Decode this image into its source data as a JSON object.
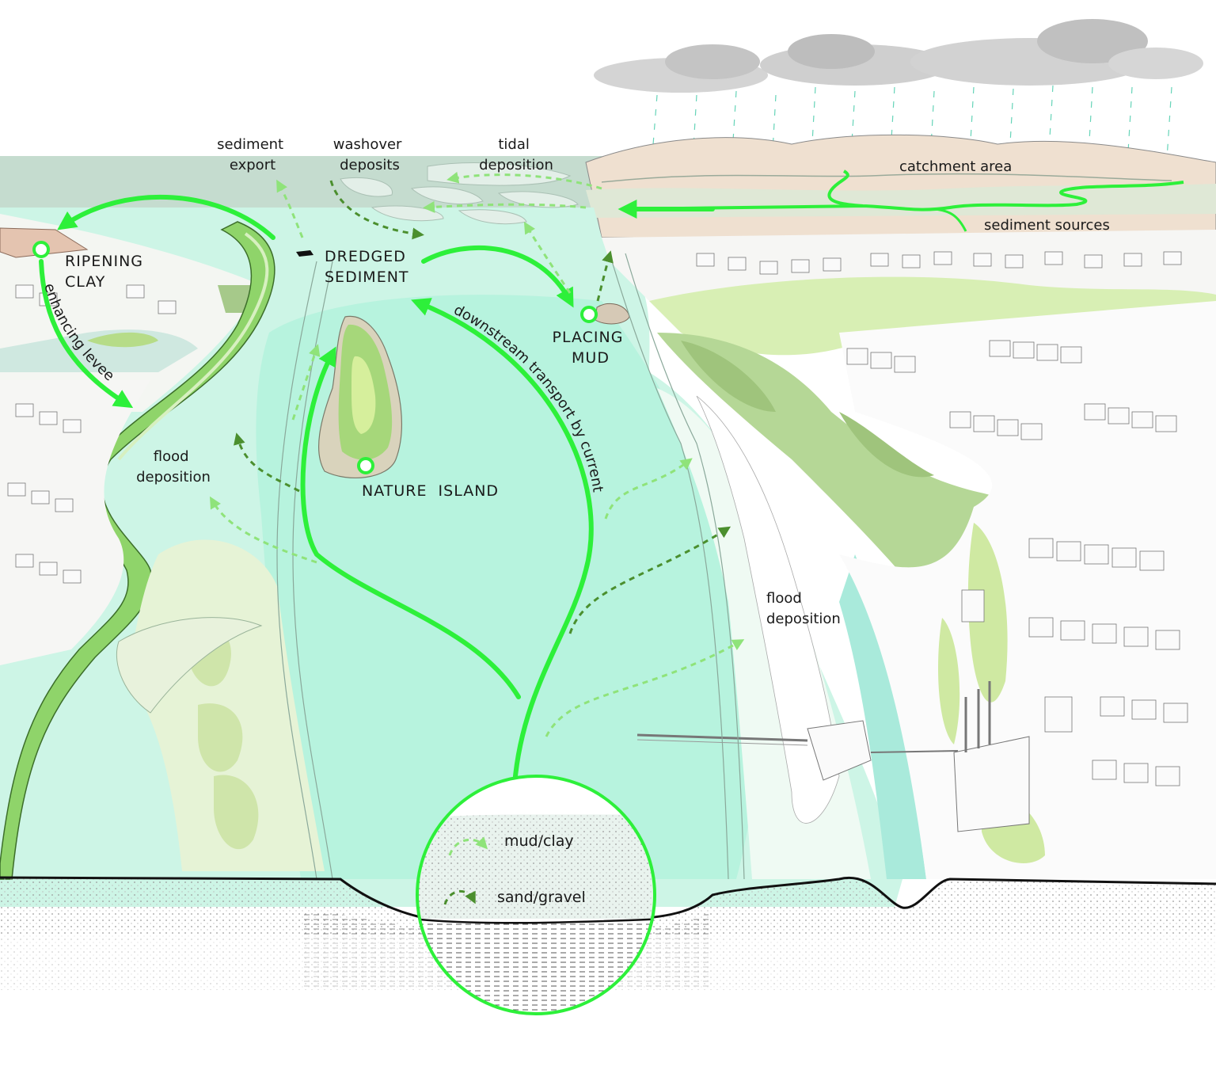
{
  "colors": {
    "water": "#c9f5e6",
    "water_deep": "#a8f0dc",
    "arrow": "#2df03a",
    "vegetation_light": "#d9efb8",
    "vegetation_mid": "#b9dc8f",
    "vegetation_dark": "#a6c98a",
    "catchment": "#e8d8c8",
    "cloud": "#c7c7c7"
  },
  "labels": {
    "sediment_export": [
      "sediment",
      "export"
    ],
    "washover_deposits": [
      "washover",
      "deposits"
    ],
    "tidal_deposition": [
      "tidal",
      "deposition"
    ],
    "catchment_area": "catchment area",
    "sediment_sources": "sediment sources",
    "ripening_clay": [
      "RIPENING",
      "CLAY"
    ],
    "enhancing_levee": "enhancing levee",
    "dredged_sediment": [
      "DREDGED",
      "SEDIMENT"
    ],
    "placing_mud": [
      "PLACING",
      "MUD"
    ],
    "downstream_transport": "downstream transport by current",
    "flood_deposition_left": [
      "flood",
      "deposition"
    ],
    "nature_island": "NATURE  ISLAND",
    "flood_deposition_right": [
      "flood",
      "deposition"
    ],
    "mud_clay": "mud/clay",
    "sand_gravel": "sand/gravel"
  }
}
